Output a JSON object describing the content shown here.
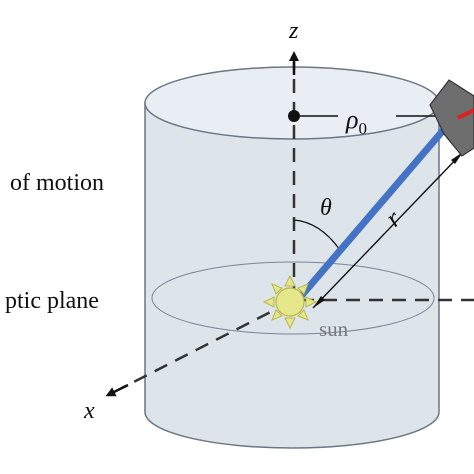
{
  "labels": {
    "z_axis": "z",
    "x_axis": "x",
    "rho": "ρ",
    "rho_subscript": "0",
    "theta": "θ",
    "r": "r",
    "sun": "sun",
    "left_label_top": "of motion",
    "left_label_bottom": "ptic plane"
  },
  "colors": {
    "cylinder_fill": "#dde4ea",
    "cylinder_top": "#e8eef3",
    "cylinder_stroke": "#6b7785",
    "vector_r": "#4472c4",
    "sun_fill": "#e6e68a",
    "sun_stroke": "#b8b84a",
    "sun_text": "#7a7a7a",
    "sail": "#6e6e6e",
    "sail_accent": "#e02020"
  },
  "icons": {
    "sun": "sun-icon",
    "sail": "solar-sail-icon"
  }
}
